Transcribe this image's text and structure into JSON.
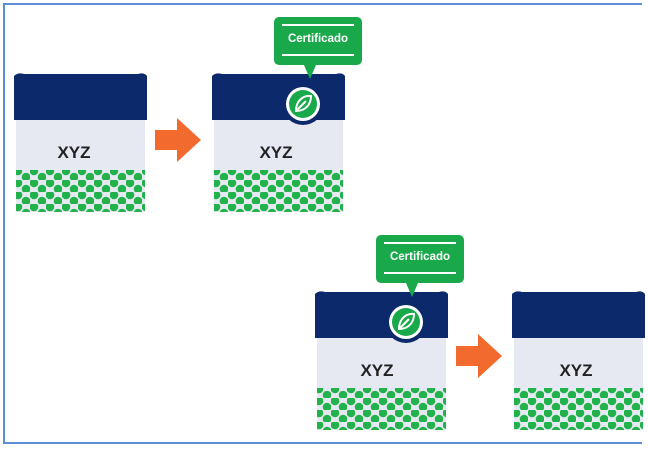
{
  "colors": {
    "frame": "#5b8ed6",
    "bag_top": "#0c2a6b",
    "bag_body": "#e7e9f2",
    "dots": "#22b24c",
    "arrow": "#f26a2e",
    "badge_green": "#19a84a",
    "seal_ring": "#0c2a6b",
    "text_dark": "#222222"
  },
  "diagram": {
    "product_label": "XYZ",
    "certified_label": "Certificado",
    "icons": {
      "seal": "leaf-seal-icon",
      "arrow": "arrow-right-icon"
    },
    "rows": [
      {
        "name": "top-row",
        "before": {
          "label": "XYZ",
          "certified": false
        },
        "after": {
          "label": "XYZ",
          "certified": true
        }
      },
      {
        "name": "bottom-row",
        "before": {
          "label": "XYZ",
          "certified": true
        },
        "after": {
          "label": "XYZ",
          "certified": false
        }
      }
    ]
  }
}
